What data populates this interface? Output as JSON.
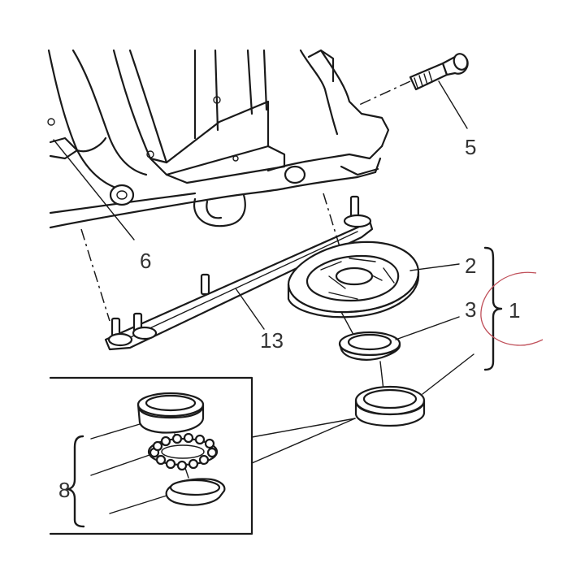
{
  "callouts": {
    "c1": "1",
    "c2": "2",
    "c3": "3",
    "c5": "5",
    "c6": "6",
    "c8": "8",
    "c13": "13"
  },
  "colors": {
    "line": "#1a1a1a",
    "label": "#333333",
    "highlight_circle": "#c0505a"
  }
}
